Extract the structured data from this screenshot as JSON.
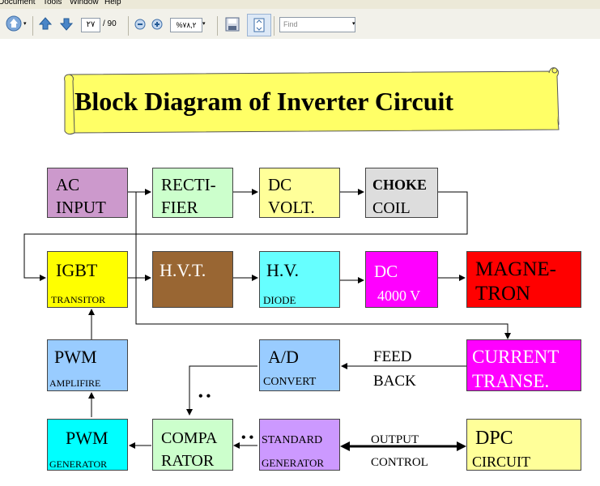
{
  "menu": [
    "Document",
    "Tools",
    "Window",
    "Help"
  ],
  "toolbar": {
    "page_current": "٢٧",
    "page_total": "/ 90",
    "zoom": "%٧٨,٢",
    "find_placeholder": "Find"
  },
  "icons": [
    "hand-tool-icon",
    "page-up-icon",
    "page-down-icon",
    "zoom-out-icon",
    "zoom-in-icon",
    "save-icon",
    "fit-page-icon"
  ],
  "slide": {
    "title": "Block Diagram of Inverter Circuit",
    "blocks": {
      "ac_input": [
        "AC",
        "INPUT"
      ],
      "rectifier": [
        "RECTI-",
        "FIER"
      ],
      "dc_volt": [
        "DC",
        "VOLT."
      ],
      "choke_coil": [
        "CHOKE",
        "COIL"
      ],
      "igbt": [
        "IGBT",
        "TRANSITOR"
      ],
      "hvt": [
        "H.V.T."
      ],
      "hv_diode": [
        "H.V.",
        "DIODE"
      ],
      "dc_4000": [
        "DC",
        "4000 V"
      ],
      "magnetron": [
        "MAGNE-",
        "TRON"
      ],
      "pwm_amp": [
        "PWM",
        "AMPLIFIRE"
      ],
      "ad_convert": [
        "A/D",
        "CONVERT"
      ],
      "current_transe": [
        "CURRENT",
        "TRANSE."
      ],
      "pwm_gen": [
        "PWM",
        "GENERATOR"
      ],
      "comparator": [
        "COMPA",
        "RATOR"
      ],
      "standard_gen": [
        "STANDARD",
        "GENERATOR"
      ],
      "dpc_circuit": [
        "DPC",
        "CIRCUIT"
      ]
    },
    "labels": {
      "feed": "FEED",
      "back": "BACK",
      "output": "OUTPUT",
      "control": "CONTROL",
      "dots1": "• •",
      "dots2": "• •"
    }
  },
  "colors": {
    "ac_input": "#cc99cc",
    "rectifier": "#ccffcc",
    "dc_volt": "#ffff99",
    "choke_coil": "#dddddd",
    "igbt": "#ffff00",
    "hvt": "#996633",
    "hv_diode": "#66ffff",
    "dc_4000": "#ff00ff",
    "magnetron": "#ff0000",
    "pwm_amp": "#99ccff",
    "ad_convert": "#99ccff",
    "current_transe": "#ff00ff",
    "pwm_gen": "#00ffff",
    "comparator": "#ccffcc",
    "standard_gen": "#cc99ff",
    "dpc_circuit": "#ffff99",
    "banner": "#ffff66"
  }
}
